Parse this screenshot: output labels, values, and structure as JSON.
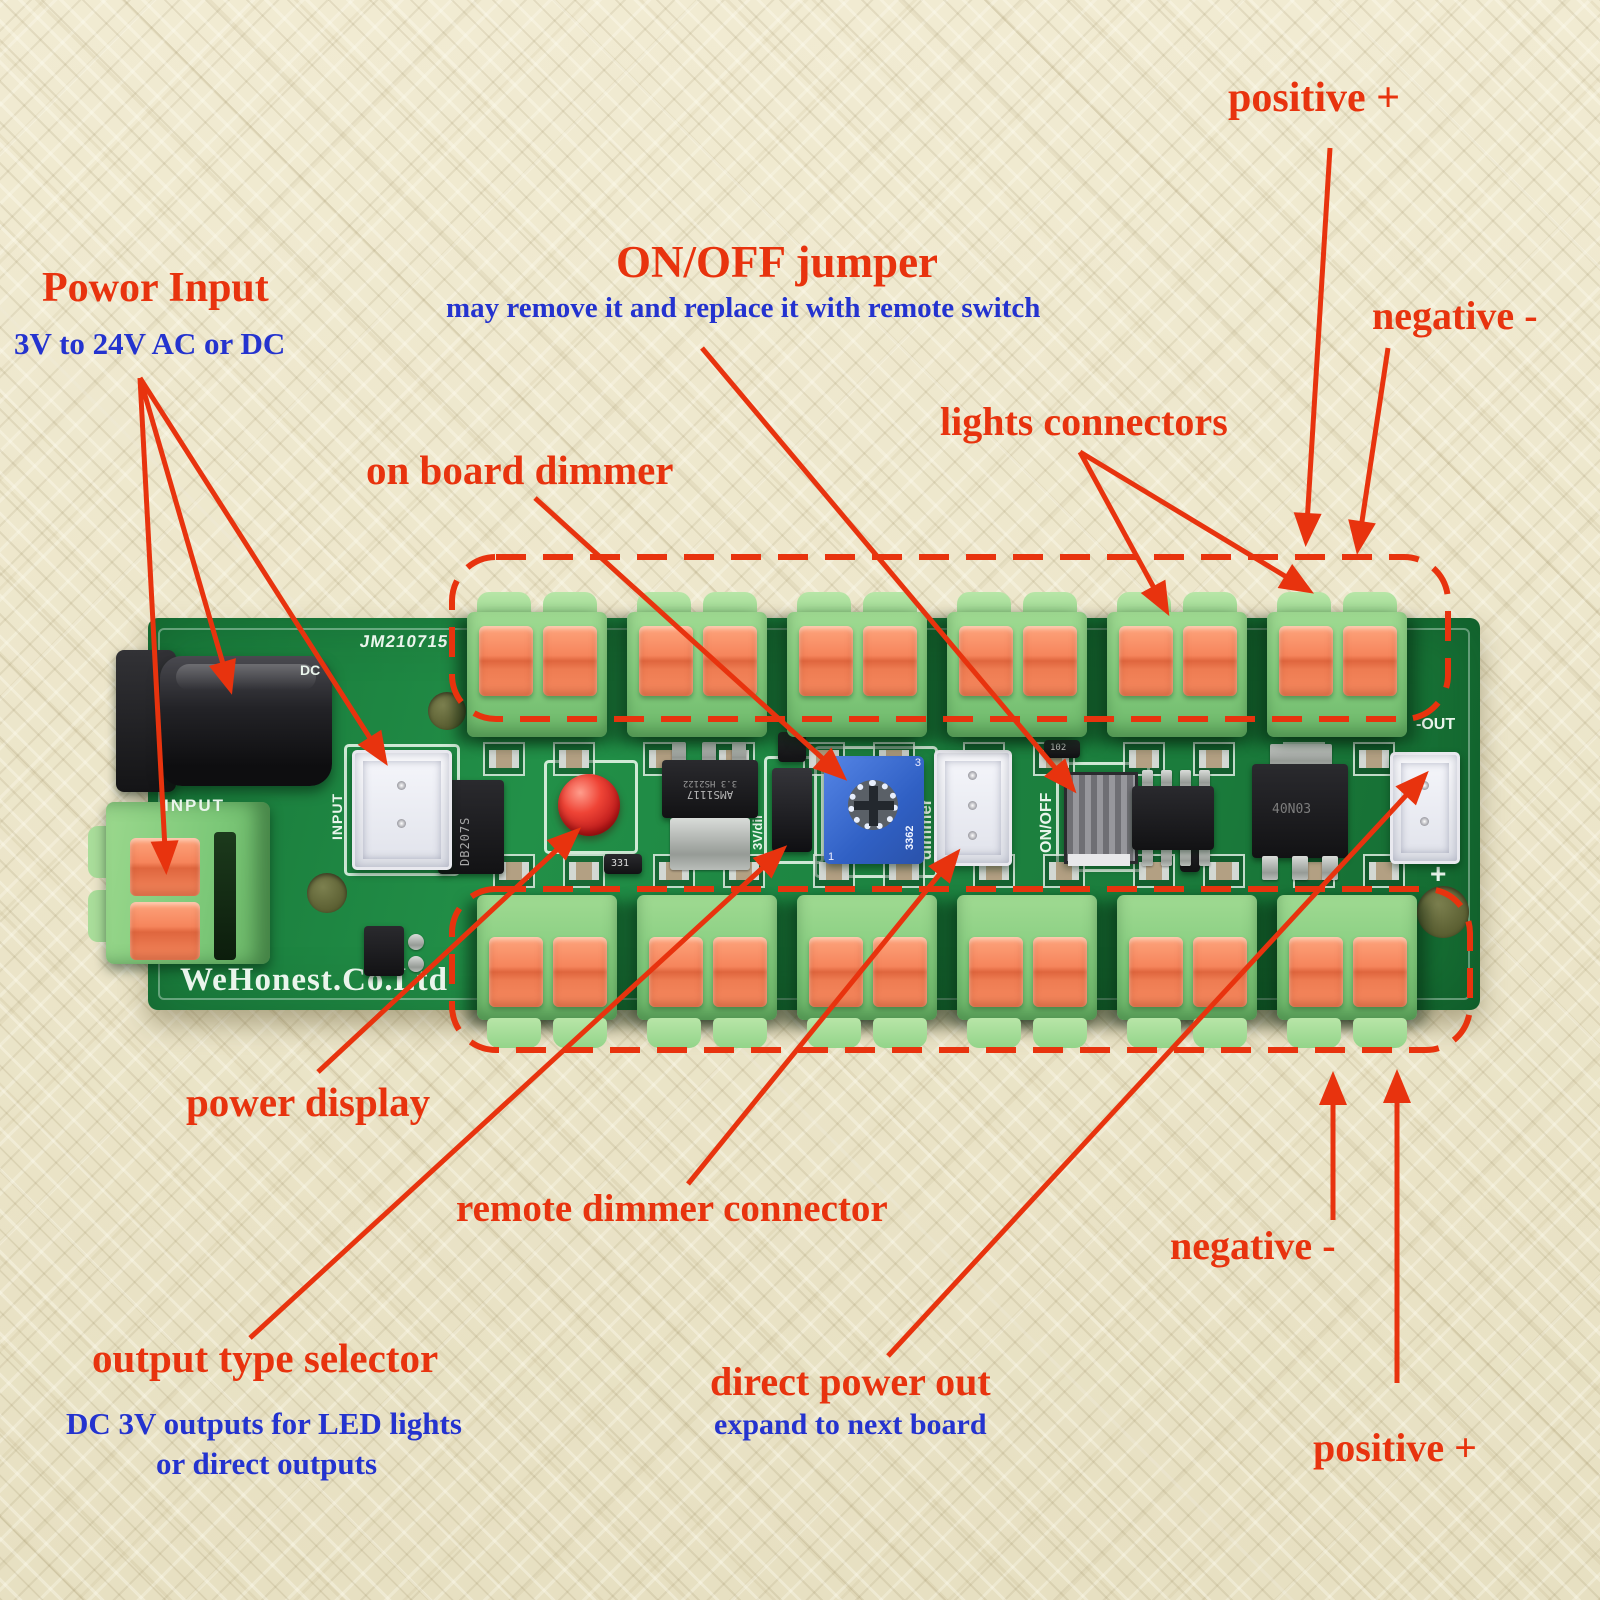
{
  "annotations": {
    "positive_top": {
      "text": "positive +"
    },
    "negative_top": {
      "text": "negative -"
    },
    "power_input": {
      "title": "Powor Input",
      "subtitle": "3V to 24V AC or DC"
    },
    "onoff_jumper": {
      "title": "ON/OFF jumper",
      "subtitle": "may remove it and replace it with remote switch"
    },
    "lights_connectors": {
      "text": "lights connectors"
    },
    "on_board_dimmer": {
      "text": "on board dimmer"
    },
    "power_display": {
      "text": "power display"
    },
    "remote_dimmer": {
      "text": "remote dimmer connector"
    },
    "output_type": {
      "title": "output type selector",
      "subtitle1": "DC 3V outputs for LED lights",
      "subtitle2": "or direct outputs"
    },
    "direct_power": {
      "title": "direct power out",
      "subtitle": "expand to next board"
    },
    "negative_bottom": {
      "text": "negative -"
    },
    "positive_bottom": {
      "text": "positive +"
    }
  },
  "board": {
    "batch_code": "JM210715",
    "brand": "WeHonest.Co.Ltd",
    "silkscreen": {
      "input_horizontal": "INPUT",
      "input_vertical": "INPUT",
      "dc": "DC",
      "jumper_select": "3V/dir",
      "dimmer": "dimmer",
      "onoff": "ON/OFF",
      "out": "-OUT",
      "plus": "+"
    },
    "chips": {
      "input_transistor": "DB207S",
      "regulator_line1": "AMS1117",
      "regulator_line2": "3.3 HS2122",
      "trimmer_code": "3362",
      "trimmer_pin3": "3",
      "trimmer_pin1": "1",
      "mosfet": "40N03",
      "smd_331": "331",
      "smd_102": "102"
    }
  },
  "colors": {
    "annotation_red": "#e8330e",
    "annotation_blue": "#2433cf",
    "pcb_green": "#1e8440",
    "silkscreen": "#eaf5ec",
    "connector_green": "#8fd085",
    "button_orange": "#f78a60",
    "trimmer_blue": "#3a6ad4",
    "led_red": "#d42f28",
    "jack_black": "#26262a",
    "background_cream": "#ece5c9"
  }
}
